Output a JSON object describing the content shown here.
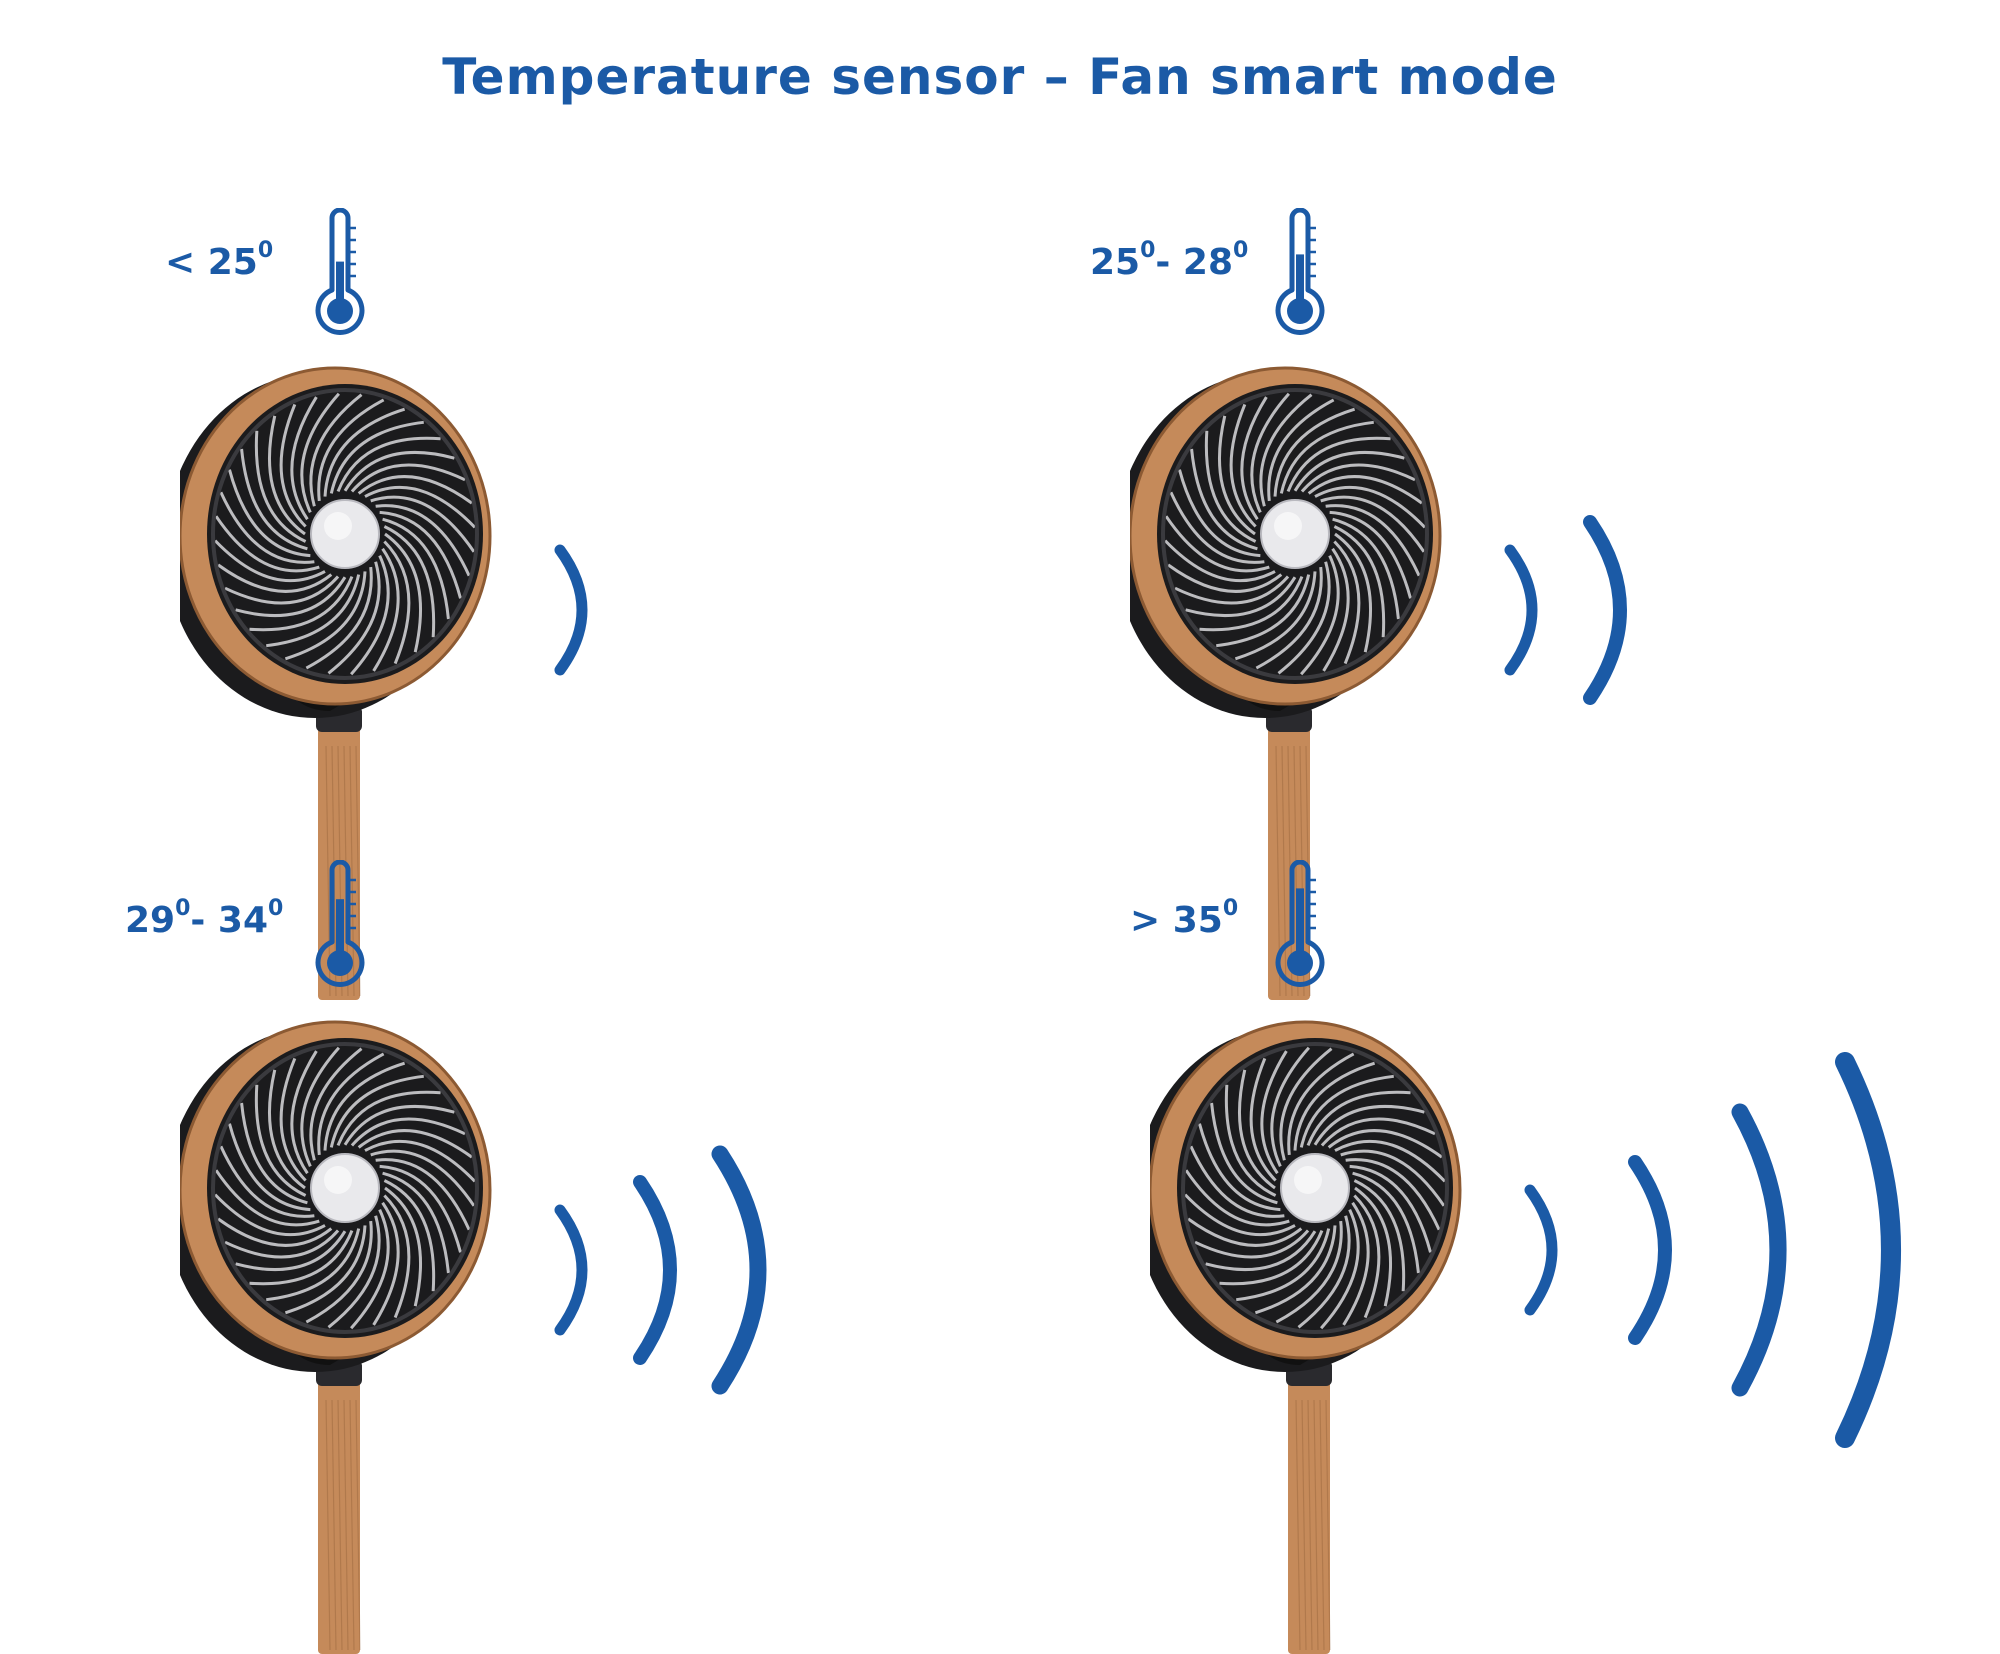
{
  "page": {
    "title": "Temperature sensor – Fan smart mode",
    "accent_color": "#1b5aa6"
  },
  "panels": [
    {
      "label": {
        "prefix": "< ",
        "a": "25",
        "a_sup": "0",
        "sep": "",
        "b": "",
        "b_sup": ""
      },
      "thermometer_level": 0.45,
      "wave_count": 1
    },
    {
      "label": {
        "prefix": "",
        "a": "25",
        "a_sup": "0",
        "sep": "- ",
        "b": "28",
        "b_sup": "0"
      },
      "thermometer_level": 0.55,
      "wave_count": 2
    },
    {
      "label": {
        "prefix": "",
        "a": "29",
        "a_sup": "0",
        "sep": "- ",
        "b": "34",
        "b_sup": "0"
      },
      "thermometer_level": 0.65,
      "wave_count": 3
    },
    {
      "label": {
        "prefix": "> ",
        "a": "35",
        "a_sup": "0",
        "sep": "",
        "b": "",
        "b_sup": ""
      },
      "thermometer_level": 0.8,
      "wave_count": 4
    }
  ],
  "icons": {
    "thermometer": "thermometer-icon",
    "fan": "fan-illustration",
    "airflow": "airflow-wave-icon"
  },
  "fan_colors": {
    "wood": "#c58a5a",
    "wood_dark": "#8c5a33",
    "body": "#1b1b1d",
    "blade": "#d8d8dc",
    "hub": "#e9e9ec"
  }
}
